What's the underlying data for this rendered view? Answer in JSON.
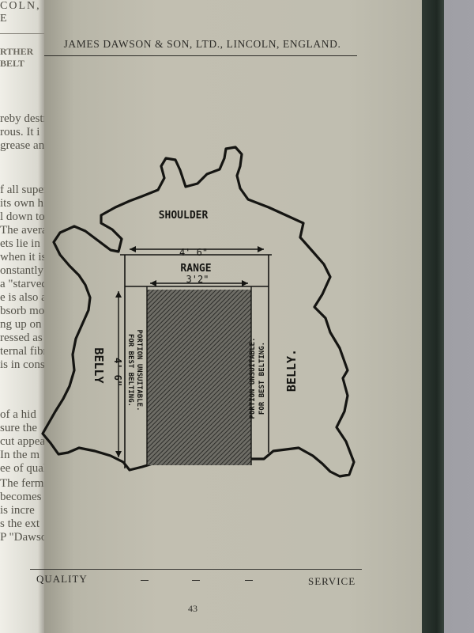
{
  "left_page": {
    "header_fragment": "COLN, E",
    "section_fragment": "RTHER BELT",
    "lines": [
      "reby destro",
      "rous.  It i",
      "grease and",
      "f all superf",
      "its own h",
      "l down to",
      "The averag",
      "ets lie in",
      "when it is",
      "onstantly d",
      "a \"starved",
      "e is also a",
      "bsorb mois",
      "ng up on",
      "ressed as",
      "ternal fibres",
      "is in consta",
      "of a hid",
      "sure the",
      "cut appea",
      "In the m",
      "ee of quali",
      "The ferm",
      "becomes t",
      "is incre",
      "s the ext",
      "P \"Dawso"
    ]
  },
  "page": {
    "header": "JAMES DAWSON & SON, LTD., LINCOLN, ENGLAND.",
    "footer_left": "QUALITY",
    "footer_right": "SERVICE",
    "page_number": "43"
  },
  "diagram": {
    "labels": {
      "shoulder": "SHOULDER",
      "outer_width": "4' 6\"",
      "range": "RANGE",
      "inner_width": "3'2\"",
      "length": "4' 6\"",
      "belly_left": "BELLY",
      "belly_right": "BELLY.",
      "unsuitable_left_1": "PORTION UNSUITABLE.",
      "unsuitable_left_2": "FOR BEST BELTING.",
      "unsuitable_right_1": "PORTION UNSUITABLE.",
      "unsuitable_right_2": "FOR BEST BELTING."
    },
    "colors": {
      "ink": "#151512",
      "hatch": "#3a3a36"
    }
  }
}
